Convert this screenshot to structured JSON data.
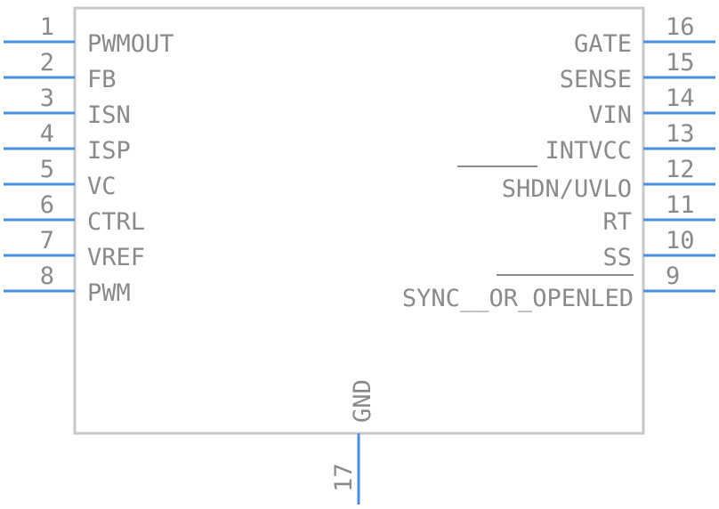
{
  "component": {
    "colors": {
      "body_stroke": "#c8c8c8",
      "pin": "#4a8fe0",
      "text": "#8a8a8a",
      "background": "#ffffff"
    },
    "left_pins": [
      {
        "number": "1",
        "name": "PWMOUT"
      },
      {
        "number": "2",
        "name": "FB"
      },
      {
        "number": "3",
        "name": "ISN"
      },
      {
        "number": "4",
        "name": "ISP"
      },
      {
        "number": "5",
        "name": "VC"
      },
      {
        "number": "6",
        "name": "CTRL"
      },
      {
        "number": "7",
        "name": "VREF"
      },
      {
        "number": "8",
        "name": "PWM"
      }
    ],
    "right_pins": [
      {
        "number": "16",
        "name": "GATE"
      },
      {
        "number": "15",
        "name": "SENSE"
      },
      {
        "number": "14",
        "name": "VIN"
      },
      {
        "number": "13",
        "name": "INTVCC"
      },
      {
        "number": "12",
        "name": "SHDN/UVLO"
      },
      {
        "number": "11",
        "name": "RT"
      },
      {
        "number": "10",
        "name": "SS"
      },
      {
        "number": "9",
        "name": "SYNC__OR_OPENLED"
      }
    ],
    "bottom_pin": {
      "number": "17",
      "name": "GND"
    }
  }
}
